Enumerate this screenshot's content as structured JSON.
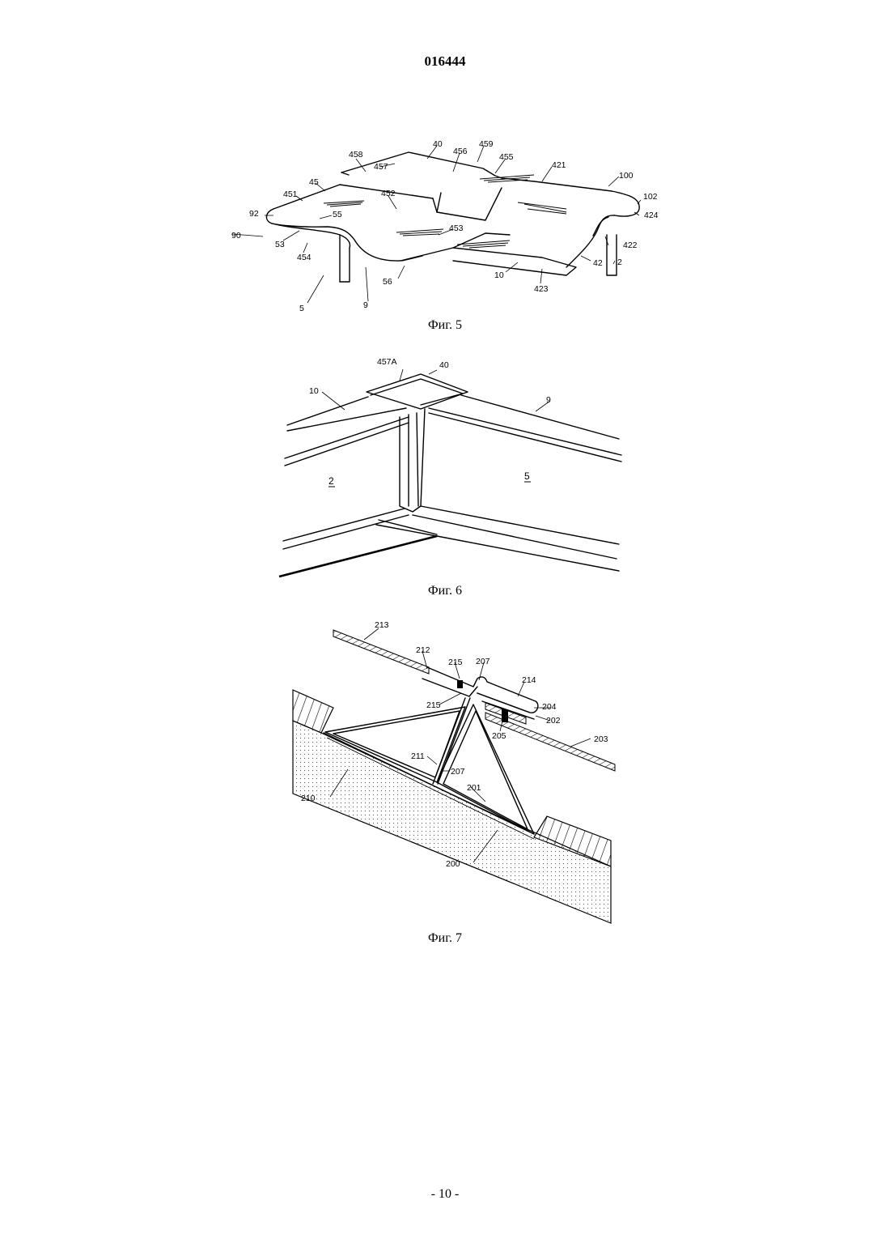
{
  "header": {
    "doc_number": "016444"
  },
  "figures": [
    {
      "caption": "Фиг. 5",
      "labels": [
        "457",
        "40",
        "459",
        "458",
        "456",
        "455",
        "421",
        "100",
        "45",
        "451",
        "452",
        "92",
        "55",
        "102",
        "424",
        "453",
        "90",
        "53",
        "422",
        "454",
        "42",
        "2",
        "10",
        "56",
        "423",
        "5",
        "9"
      ]
    },
    {
      "caption": "Фиг. 6",
      "labels": [
        "457A",
        "40",
        "10",
        "9",
        "2",
        "5"
      ]
    },
    {
      "caption": "Фиг. 7",
      "labels": [
        "213",
        "212",
        "215",
        "207",
        "214",
        "215",
        "204",
        "202",
        "205",
        "203",
        "211",
        "207",
        "201",
        "210",
        "200"
      ]
    }
  ],
  "footer": {
    "page_number": "- 10 -"
  }
}
